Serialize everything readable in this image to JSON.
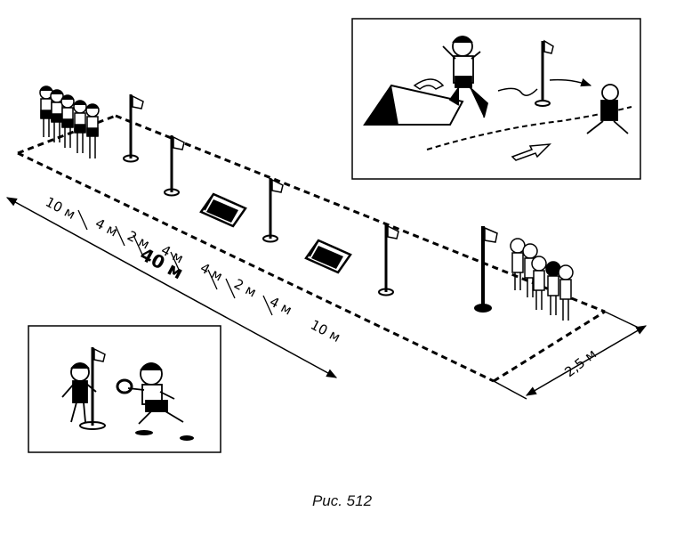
{
  "caption": "Рис. 512",
  "segments": [
    "10 м",
    "4 м",
    "2 м",
    "4 м",
    "4 м",
    "2 м",
    "4 м",
    "10 м"
  ],
  "total_length": "40 м",
  "width": "2,5 м",
  "icons": {
    "flag": "flag-post-icon",
    "hurdle": "tent-hurdle-icon",
    "child": "child-figure-icon",
    "hoop": "ring-icon",
    "arrow": "direction-arrow-icon"
  }
}
